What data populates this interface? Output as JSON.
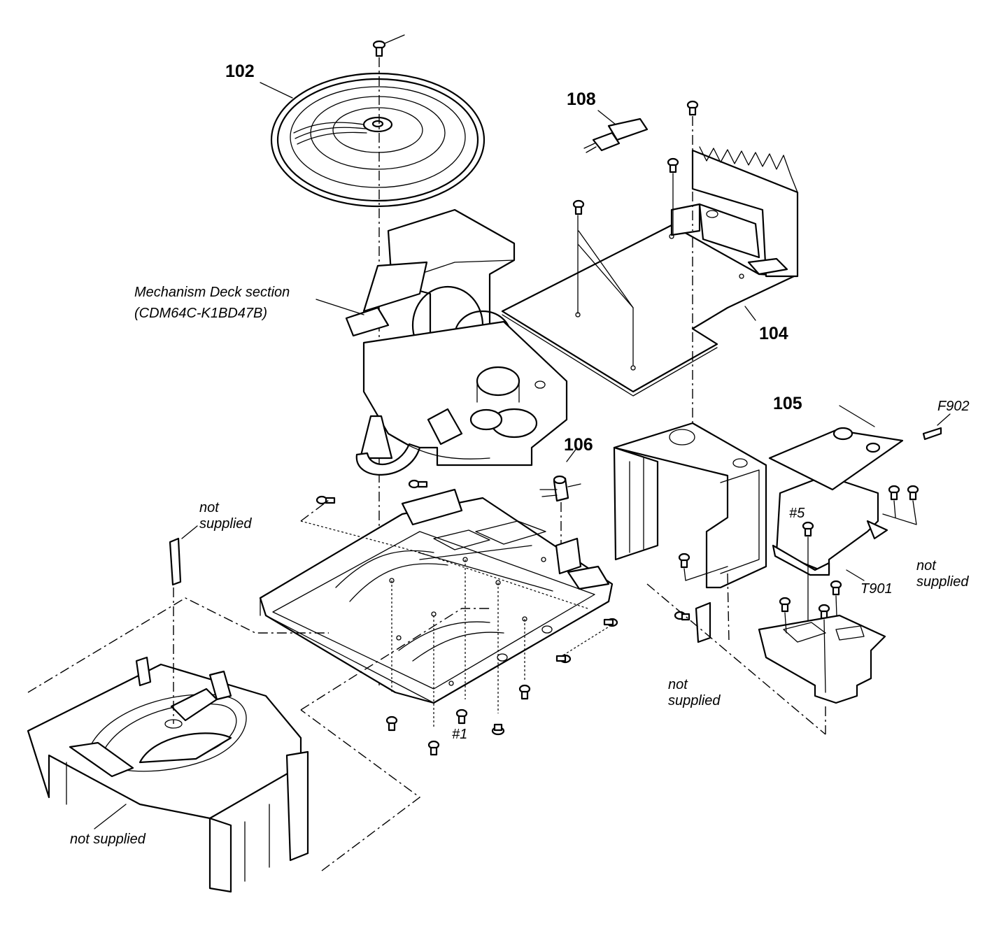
{
  "labels": {
    "p102": "102",
    "p104": "104",
    "p105": "105",
    "p106": "106",
    "p108": "108",
    "f902": "F902",
    "t901": "T901",
    "h5": "#5",
    "h1": "#1",
    "mech_line1": "Mechanism Deck section",
    "mech_line2": "(CDM64C-K1BD47B)",
    "ns_top_line1": "not",
    "ns_top_line2": "supplied",
    "ns_right_line1": "not",
    "ns_right_line2": "supplied",
    "ns_mid_line1": "not",
    "ns_mid_line2": "supplied",
    "ns_bottom": "not supplied"
  }
}
